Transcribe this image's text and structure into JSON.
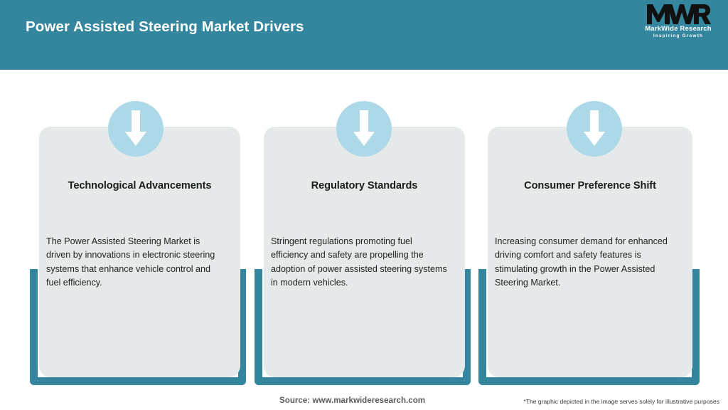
{
  "header": {
    "title": "Power Assisted Steering Market Drivers",
    "bg_color": "#33869E",
    "logo": {
      "mark": "MWR",
      "name": "MarkWide Research",
      "tagline": "Inspiring Growth"
    }
  },
  "cards": [
    {
      "icon": "down-arrow-icon",
      "title": "Technological Advancements",
      "body": "The Power Assisted Steering Market is driven by innovations in electronic steering systems that enhance vehicle control and fuel efficiency."
    },
    {
      "icon": "down-arrow-icon",
      "title": "Regulatory Standards",
      "body": "Stringent regulations promoting fuel efficiency and safety are propelling the adoption of power assisted steering systems in modern vehicles."
    },
    {
      "icon": "down-arrow-icon",
      "title": "Consumer Preference Shift",
      "body": "Increasing consumer demand for enhanced driving comfort and safety features is stimulating growth in the Power Assisted Steering Market."
    }
  ],
  "footer": {
    "source": "Source: www.markwideresearch.com",
    "disclaimer": "*The graphic depicted in the image serves solely for illustrative purposes"
  },
  "colors": {
    "teal": "#33869E",
    "card_bg": "#E5E9EA",
    "icon_circle": "#ADD8E8",
    "arrow": "#FFFFFF"
  }
}
